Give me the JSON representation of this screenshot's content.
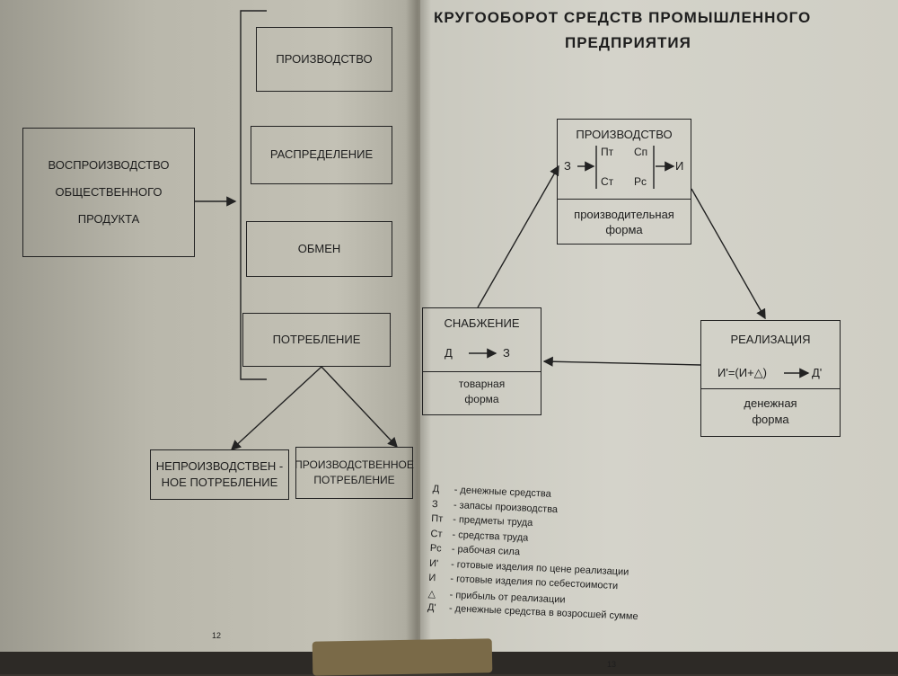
{
  "left": {
    "main_box": [
      "ВОСПРОИЗВОДСТВО",
      "ОБЩЕСТВЕННОГО",
      "ПРОДУКТА"
    ],
    "stages": [
      "ПРОИЗВОДСТВО",
      "РАСПРЕДЕЛЕНИЕ",
      "ОБМЕН",
      "ПОТРЕБЛЕНИЕ"
    ],
    "consumption_types": [
      {
        "line1": "НЕПРОИЗВОДСТВЕН -",
        "line2": "НОЕ ПОТРЕБЛЕНИЕ"
      },
      {
        "line1": "ПРОИЗВОДСТВЕННОЕ",
        "line2": "ПОТРЕБЛЕНИЕ"
      }
    ],
    "page_number": "12"
  },
  "right": {
    "title_line1": "КРУГООБОРОТ   СРЕДСТВ   ПРОМЫШЛЕННОГО",
    "title_line2": "ПРЕДПРИЯТИЯ",
    "production": {
      "title": "ПРОИЗВОДСТВО",
      "z": "З",
      "pt": "Пт",
      "sp": "Сп",
      "st": "Ст",
      "rs": "Рс",
      "i": "И",
      "form_line1": "производительная",
      "form_line2": "форма"
    },
    "supply": {
      "title": "СНАБЖЕНИЕ",
      "d": "Д",
      "z": "З",
      "form_line1": "товарная",
      "form_line2": "форма"
    },
    "realization": {
      "title": "РЕАЛИЗАЦИЯ",
      "formula": "И'=(И+△)",
      "d_prime": "Д'",
      "form_line1": "денежная",
      "form_line2": "форма"
    },
    "legend": [
      {
        "key": "Д",
        "text": "- денежные средства"
      },
      {
        "key": "З",
        "text": "- запасы производства"
      },
      {
        "key": "Пт",
        "text": "- предметы труда"
      },
      {
        "key": "Ст",
        "text": "- средства труда"
      },
      {
        "key": "Рс",
        "text": "- рабочая сила"
      },
      {
        "key": "И'",
        "text": "- готовые изделия по цене реализации"
      },
      {
        "key": "И",
        "text": "- готовые изделия по себестоимости"
      },
      {
        "key": "△",
        "text": "- прибыль от реализации"
      },
      {
        "key": "Д'",
        "text": "- денежные средства в возросшей сумме"
      }
    ],
    "page_number": "13"
  }
}
